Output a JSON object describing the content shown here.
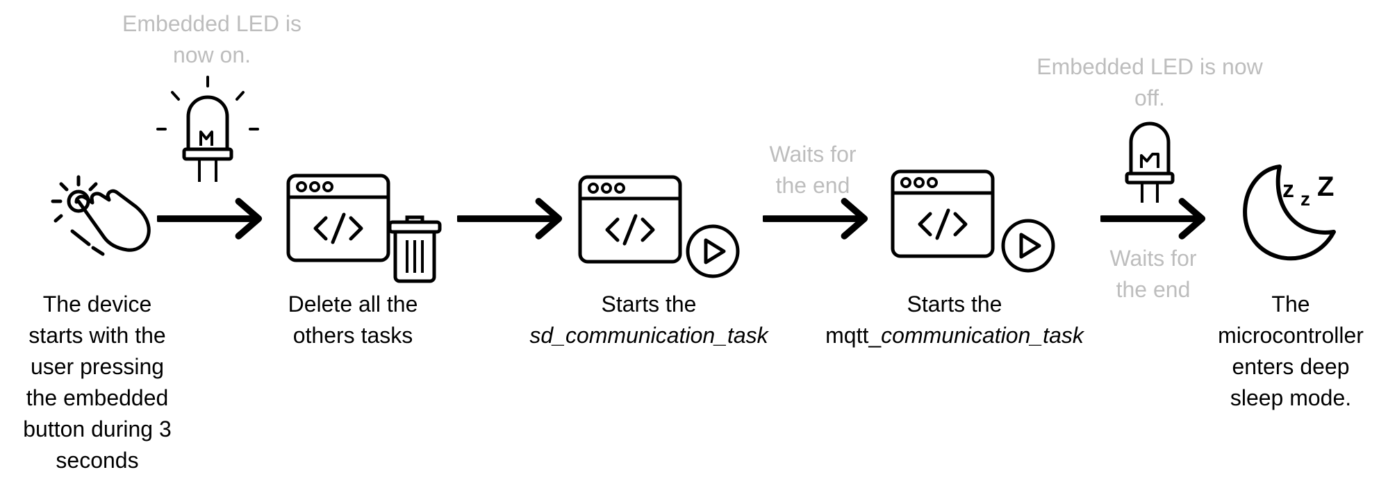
{
  "colors": {
    "ink": "#000000",
    "note": "#bdbdbd",
    "background": "#ffffff"
  },
  "steps": [
    {
      "icon": "hand-pressing-button-icon",
      "lines": [
        "The device",
        "starts with the",
        "user pressing",
        "the embedded",
        "button during 3",
        "seconds"
      ]
    },
    {
      "icon": "code-window-delete-icon",
      "lines": [
        "Delete all the",
        "others tasks"
      ]
    },
    {
      "icon": "code-window-play-icon",
      "line1": "Starts the",
      "line2_italic": "sd_communication_task"
    },
    {
      "icon": "code-window-play-icon",
      "line1": "Starts the",
      "line2_plain": "mqtt_",
      "line2_italic": "communication_task"
    },
    {
      "icon": "moon-sleep-icon",
      "lines": [
        "The",
        "microcontroller",
        "enters deep",
        "sleep mode."
      ]
    }
  ],
  "notes": {
    "led_on": [
      "Embedded LED is",
      "now on."
    ],
    "wait_1": [
      "Waits for",
      "the end"
    ],
    "led_off": [
      "Embedded LED is now",
      "off."
    ],
    "wait_2": [
      "Waits for",
      "the end"
    ]
  },
  "sleep_letters": [
    "z",
    "z",
    "Z"
  ],
  "icons": [
    "led-on-icon",
    "led-off-icon",
    "arrow-right-icon",
    "trash-icon",
    "play-icon"
  ]
}
